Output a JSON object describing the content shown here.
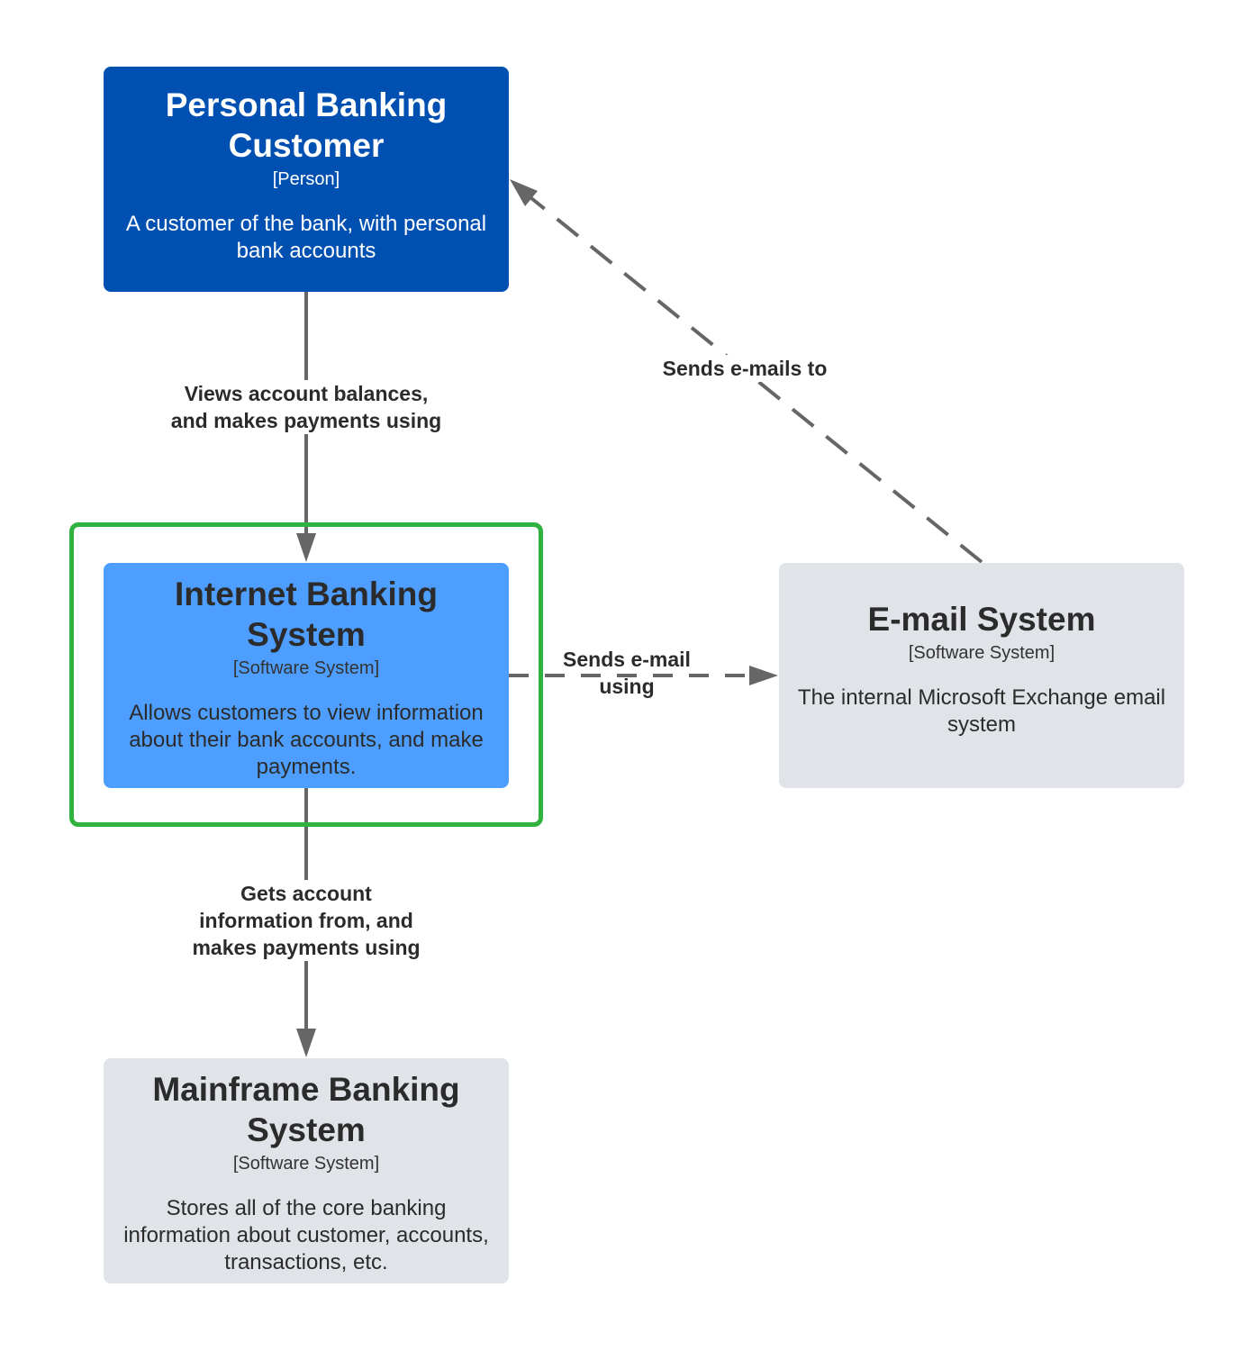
{
  "nodes": {
    "customer": {
      "title": "Personal Banking Customer",
      "kind": "[Person]",
      "description": "A customer of the bank, with personal bank accounts"
    },
    "internet_banking": {
      "title": "Internet Banking System",
      "kind": "[Software System]",
      "description": "Allows customers to view information about their bank accounts, and make payments."
    },
    "email": {
      "title": "E-mail System",
      "kind": "[Software System]",
      "description": "The internal Microsoft Exchange email system"
    },
    "mainframe": {
      "title": "Mainframe Banking System",
      "kind": "[Software System]",
      "description": "Stores all of the core banking information about customer, accounts, transactions, etc."
    }
  },
  "edges": {
    "views": "Views account balances,\nand makes payments using",
    "sends_emails_to": "Sends e-mails to",
    "sends_email_using": "Sends e-mail\nusing",
    "gets_info": "Gets account\ninformation from, and\nmakes payments using"
  },
  "colors": {
    "person": "#0050b2",
    "focus_system": "#4e9eff",
    "external_system": "#e0e3e8",
    "boundary": "#2fb23f",
    "connector": "#666666"
  }
}
